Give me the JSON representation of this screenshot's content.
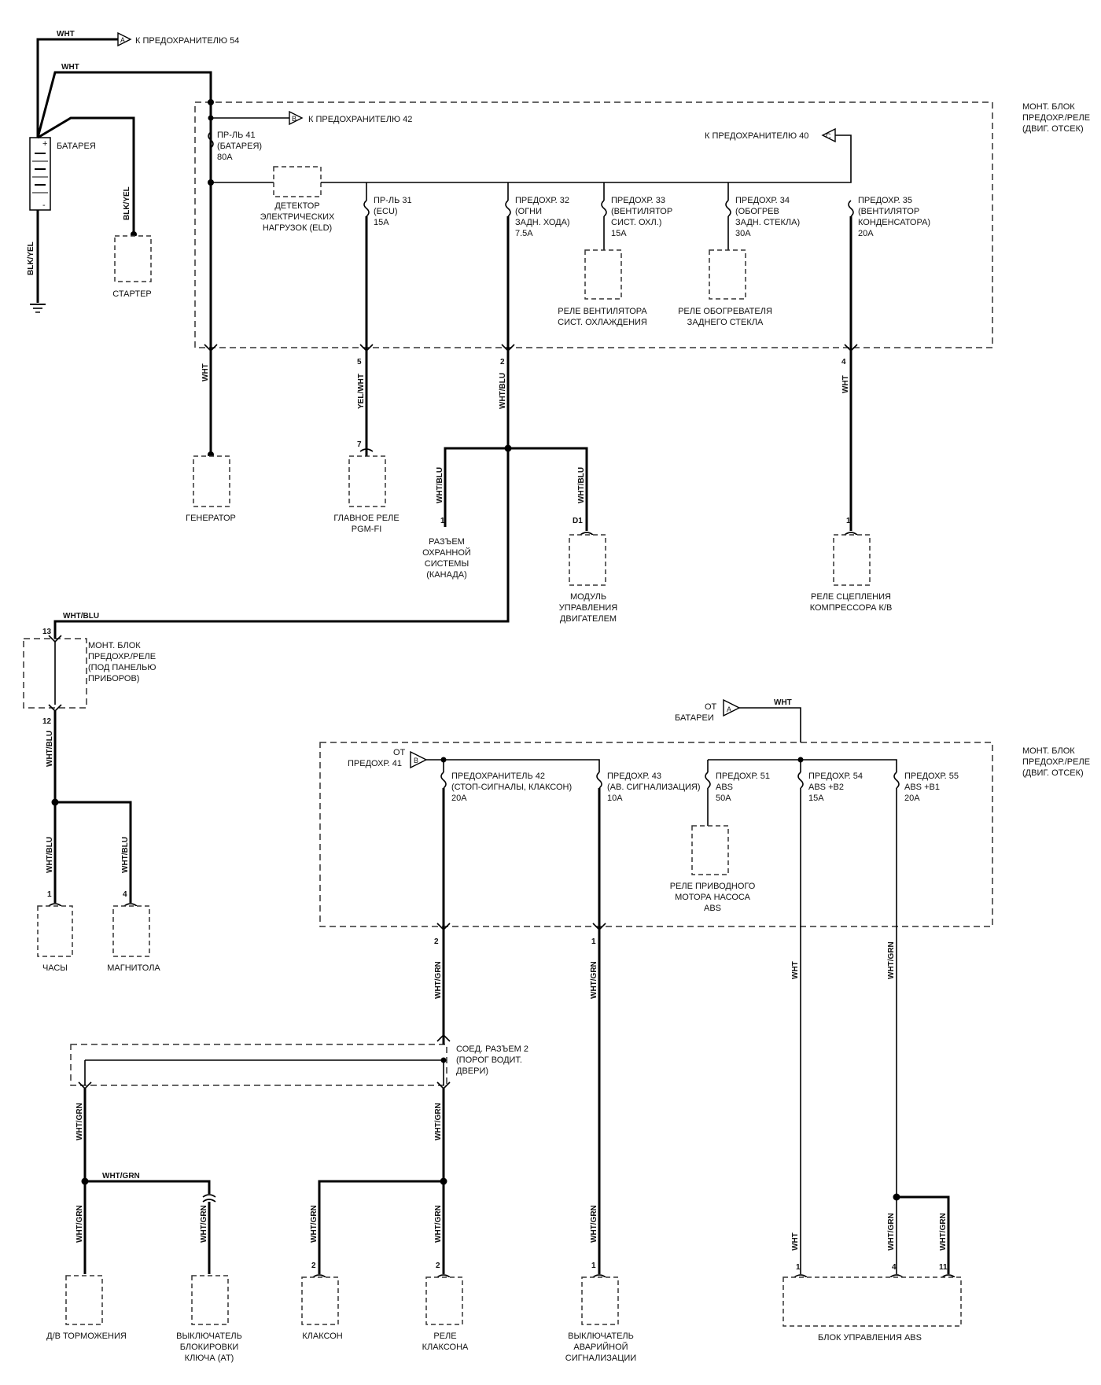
{
  "batt": {
    "label": "БАТАРЕЯ",
    "plus": "+",
    "minus": "-"
  },
  "wires": {
    "wht": "WHT",
    "blk_yel": "BLK/YEL",
    "yel_wht": "YEL/WHT",
    "wht_blu": "WHT/BLU",
    "wht_grn": "WHT/GRN"
  },
  "refs": {
    "a_top": {
      "tag": "A",
      "text": "К ПРЕДОХРАНИТЕЛЮ 54"
    },
    "b_top": {
      "tag": "B",
      "text": "К ПРЕДОХРАНИТЕЛЮ 42"
    },
    "c_top": {
      "tag": "C",
      "text": "К ПРЕДОХРАНИТЕЛЮ 40"
    },
    "a_bot": {
      "tag": "A",
      "text": [
        "ОТ",
        "БАТАРЕИ"
      ]
    },
    "b_bot": {
      "tag": "B",
      "text": [
        "ОТ",
        "ПРЕДОХР. 41"
      ]
    }
  },
  "box_engine_top": [
    "МОНТ. БЛОК",
    "ПРЕДОХР./РЕЛЕ",
    "(ДВИГ. ОТСЕК)"
  ],
  "box_engine_bot": [
    "МОНТ. БЛОК",
    "ПРЕДОХР./РЕЛЕ",
    "(ДВИГ. ОТСЕК)"
  ],
  "box_dash": [
    "МОНТ. БЛОК",
    "ПРЕДОХР./РЕЛЕ",
    "(ПОД ПАНЕЛЬЮ",
    "ПРИБОРОВ)"
  ],
  "connector2": [
    "СОЕД. РАЗЪЕМ 2",
    "(ПОРОГ ВОДИТ.",
    "ДВЕРИ)"
  ],
  "fuses": {
    "f41": [
      "ПР-ЛЬ 41",
      "(БАТАРЕЯ)",
      "80A"
    ],
    "f31": [
      "ПР-ЛЬ 31",
      "(ECU)",
      "15A"
    ],
    "f32": [
      "ПРЕДОХР. 32",
      "(ОГНИ",
      "ЗАДН. ХОДА)",
      "7.5A"
    ],
    "f33": [
      "ПРЕДОХР. 33",
      "(ВЕНТИЛЯТОР",
      "СИСТ. ОХЛ.)",
      "15A"
    ],
    "f34": [
      "ПРЕДОХР. 34",
      "(ОБОГРЕВ",
      "ЗАДН. СТЕКЛА)",
      "30A"
    ],
    "f35": [
      "ПРЕДОХР. 35",
      "(ВЕНТИЛЯТОР",
      "КОНДЕНСАТОРА)",
      "20A"
    ],
    "f42": [
      "ПРЕДОХРАНИТЕЛЬ 42",
      "(СТОП-СИГНАЛЫ, КЛАКСОН)",
      "20A"
    ],
    "f43": [
      "ПРЕДОХР. 43",
      "(АВ. СИГНАЛИЗАЦИЯ)",
      "10A"
    ],
    "f51": [
      "ПРЕДОХР. 51",
      "ABS",
      "50A"
    ],
    "f54": [
      "ПРЕДОХР. 54",
      "ABS +B2",
      "15A"
    ],
    "f55": [
      "ПРЕДОХР. 55",
      "ABS +B1",
      "20A"
    ]
  },
  "components": {
    "eld": [
      "ДЕТЕКТОР",
      "ЭЛЕКТРИЧЕСКИХ",
      "НАГРУЗОК (ELD)"
    ],
    "starter": [
      "СТАРТЕР"
    ],
    "fan_relay": [
      "РЕЛЕ ВЕНТИЛЯТОРА",
      "СИСТ. ОХЛАЖДЕНИЯ"
    ],
    "defrost_relay": [
      "РЕЛЕ ОБОГРЕВАТЕЛЯ",
      "ЗАДНЕГО СТЕКЛА"
    ],
    "generator": [
      "ГЕНЕРАТОР"
    ],
    "pgm_relay": [
      "ГЛАВНОЕ РЕЛЕ",
      "PGM-FI"
    ],
    "security": [
      "РАЗЪЕМ",
      "ОХРАННОЙ",
      "СИСТЕМЫ",
      "(КАНАДА)"
    ],
    "ecm": [
      "МОДУЛЬ",
      "УПРАВЛЕНИЯ",
      "ДВИГАТЕЛЕМ"
    ],
    "ac_clutch": [
      "РЕЛЕ СЦЕПЛЕНИЯ",
      "КОМПРЕССОРА К/В"
    ],
    "clock": [
      "ЧАСЫ"
    ],
    "radio": [
      "МАГНИТОЛА"
    ],
    "abs_pump": [
      "РЕЛЕ ПРИВОДНОГО",
      "МОТОРА НАСОСА",
      "ABS"
    ],
    "brake_sw": [
      "Д/В ТОРМОЖЕНИЯ"
    ],
    "key_lock": [
      "ВЫКЛЮЧАТЕЛЬ",
      "БЛОКИРОВКИ",
      "КЛЮЧА (AT)"
    ],
    "horn": [
      "КЛАКСОН"
    ],
    "horn_relay": [
      "РЕЛЕ",
      "КЛАКСОНА"
    ],
    "hazard": [
      "ВЫКЛЮЧАТЕЛЬ",
      "АВАРИЙНОЙ",
      "СИГНАЛИЗАЦИИ"
    ],
    "abs_unit": [
      "БЛОК УПРАВЛЕНИЯ ABS"
    ]
  },
  "pins": {
    "f31_out": "5",
    "f32_out": "2",
    "f35_out": "4",
    "pgm": "7",
    "security": "1",
    "ecm": "D1",
    "ac": "1",
    "dash_in": "13",
    "dash_out": "12",
    "clock": "1",
    "radio": "4",
    "f42_out": "2",
    "f43_out": "1",
    "horn": "2",
    "horn_relay": "2",
    "hazard": "1",
    "abs1": "1",
    "abs4": "4",
    "abs11": "11"
  }
}
